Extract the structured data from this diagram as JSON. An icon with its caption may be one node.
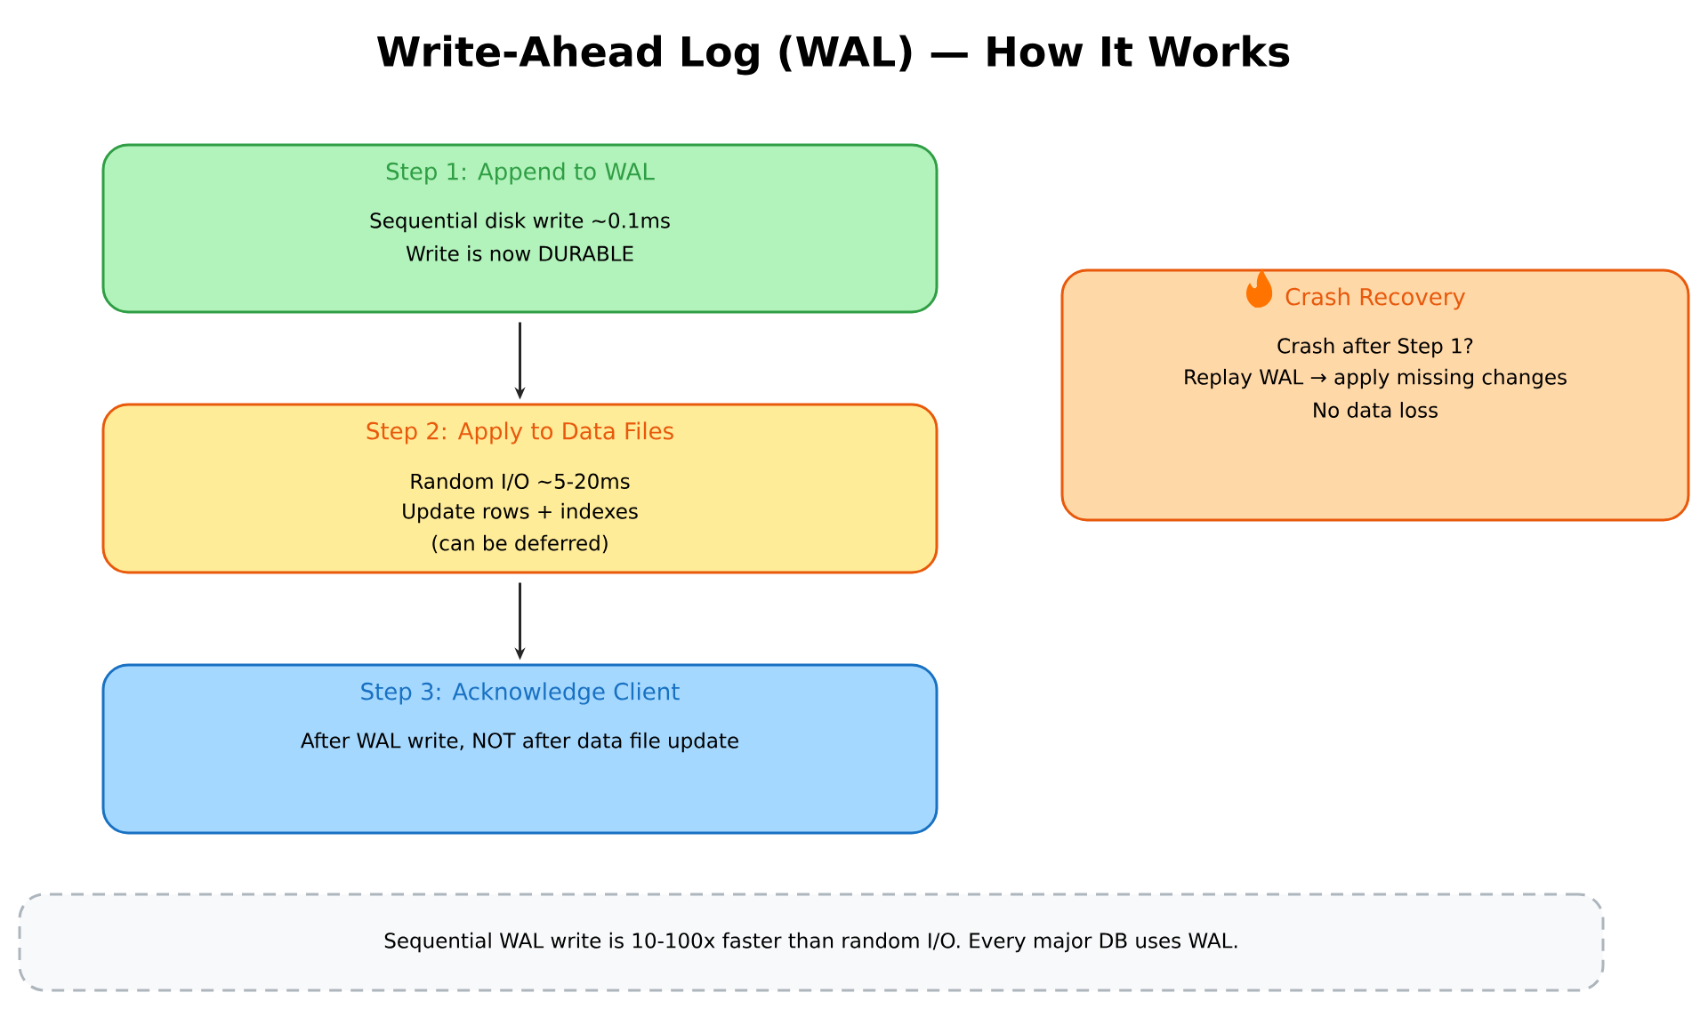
{
  "diagram": {
    "title": "Write-Ahead Log (WAL) — How It Works",
    "nodes": [
      {
        "text": [
          "Step 1: Append to WAL",
          "Sequential disk write ~0.1ms",
          "Write is now DURABLE"
        ]
      },
      {
        "text": [
          "Step 2: Apply to Data Files",
          "Random I/O ~5-20ms",
          "Update rows + indexes",
          "(can be deferred)"
        ]
      },
      {
        "text": [
          "Step 3: Acknowledge Client",
          "After WAL write, NOT after data file update"
        ]
      },
      {
        "text": [
          "Crash Recovery",
          "Crash after Step 1?",
          "Replay WAL → apply missing changes",
          "No data loss"
        ]
      },
      {
        "text": [
          "Sequential WAL write is 10-100x faster than random I/O. Every major DB uses WAL."
        ]
      }
    ],
    "edges": [
      {
        "from": 0,
        "to": 1,
        "arrow": "to"
      },
      {
        "from": 1,
        "to": 2,
        "arrow": "to"
      }
    ]
  }
}
